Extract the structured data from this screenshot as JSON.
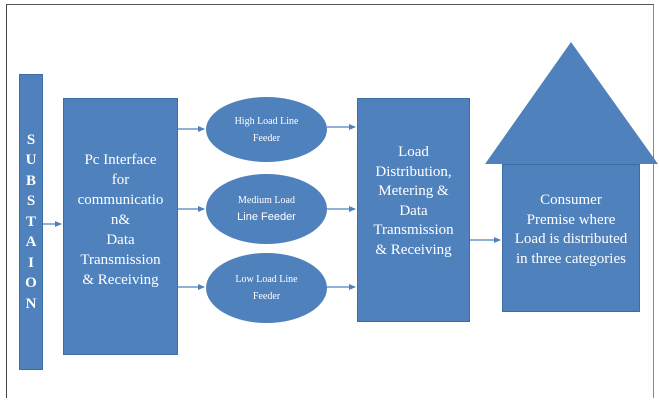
{
  "substation": {
    "letters": [
      "S",
      "U",
      "B",
      "S",
      "T",
      "A",
      "I",
      "O",
      "N"
    ]
  },
  "pc_interface": {
    "lines": [
      "Pc Interface",
      "for",
      "communicatio",
      "n&",
      "Data",
      "Transmission",
      "& Receiving"
    ]
  },
  "feeders": [
    {
      "lines": [
        "High Load  Line",
        "Feeder"
      ]
    },
    {
      "lines": [
        "Medium  Load",
        "Line Feeder"
      ]
    },
    {
      "lines": [
        "Low Load  Line",
        "Feeder"
      ]
    }
  ],
  "load_distribution": {
    "lines": [
      "Load",
      "Distribution,",
      "Metering  &",
      "Data",
      "Transmission",
      "& Receiving"
    ]
  },
  "consumer": {
    "lines": [
      "Consumer",
      "Premise  where",
      "Load  is distributed",
      "in three  categories"
    ]
  },
  "colors": {
    "shape_fill": "#4f81bd",
    "arrow": "#4f81bd",
    "text": "#ffffff"
  }
}
